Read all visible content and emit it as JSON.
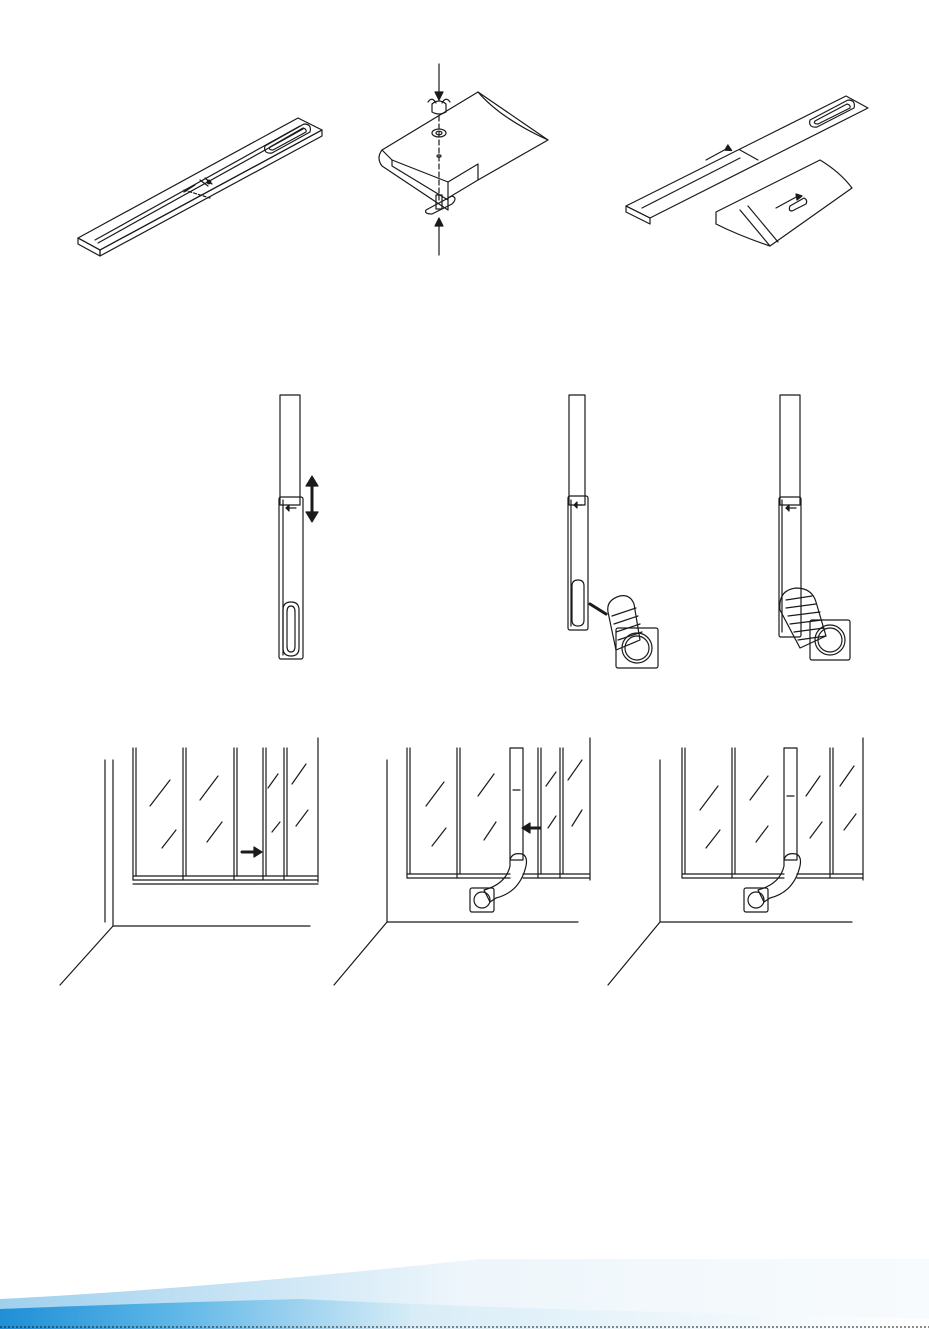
{
  "page": {
    "background": "#ffffff",
    "line_color": "#1a1a1a",
    "accent_gradient": [
      "#ffffff",
      "#d9edf7",
      "#5bb5e6",
      "#1f8fd6"
    ]
  },
  "illustrations": {
    "row1": [
      "extend-bracket-sliding",
      "wing-nut-bolt-assembly",
      "slide-bracket-into-slot"
    ],
    "row2": [
      "adjust-panel-height",
      "attach-hose-adapter-to-panel",
      "panel-with-hose-attached"
    ],
    "row3": [
      "slide-window-open",
      "insert-panel-with-hose",
      "close-window-on-panel"
    ]
  }
}
